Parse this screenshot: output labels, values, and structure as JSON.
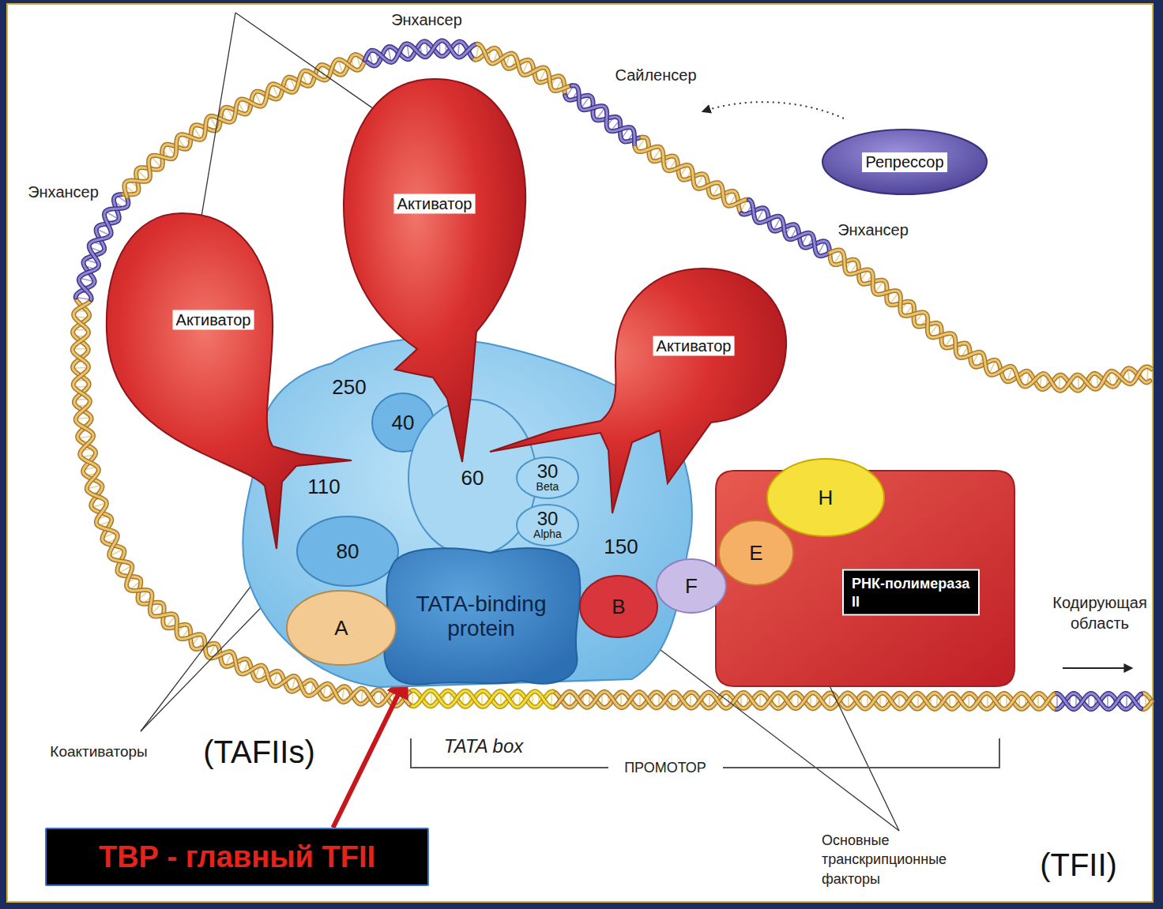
{
  "diagram": {
    "nodes": [
      {
        "text": [
          "Активатор"
        ]
      },
      {
        "text": [
          "Репрессор"
        ]
      },
      {
        "text": [
          "Активатор"
        ]
      },
      {
        "text": [
          "Активатор"
        ]
      },
      {
        "text": [
          "250",
          "110",
          "150"
        ]
      },
      {
        "text": [
          "40"
        ],
        "in": 4
      },
      {
        "text": [
          "60"
        ],
        "in": 4
      },
      {
        "text": [
          "30",
          "Beta"
        ],
        "in": 4
      },
      {
        "text": [
          "30",
          "Alpha"
        ],
        "in": 4
      },
      {
        "text": [
          "80"
        ],
        "in": 4
      },
      {
        "text": [
          "TATA-binding protein"
        ],
        "in": 4
      },
      {
        "text": [
          "РНК-полимераза II"
        ]
      },
      {
        "text": [
          "H"
        ]
      },
      {
        "text": [
          "E"
        ]
      },
      {
        "text": [
          "F"
        ]
      },
      {
        "text": [
          "B"
        ]
      },
      {
        "text": [
          "A"
        ]
      },
      {
        "text": [
          "ТВР - главный TFII"
        ]
      }
    ],
    "edges": [
      {
        "from": 17,
        "to": 10,
        "arrow": "to"
      }
    ],
    "labels": [
      "Энхансер",
      "Сайленсер",
      "Энхансер",
      "Энхансер",
      "Кодирующая область",
      "Коактиваторы",
      "(TAFIIs)",
      "TATA box",
      "ПРОМОТОР",
      "Основные транскрипционные факторы",
      "(TFII)"
    ]
  }
}
